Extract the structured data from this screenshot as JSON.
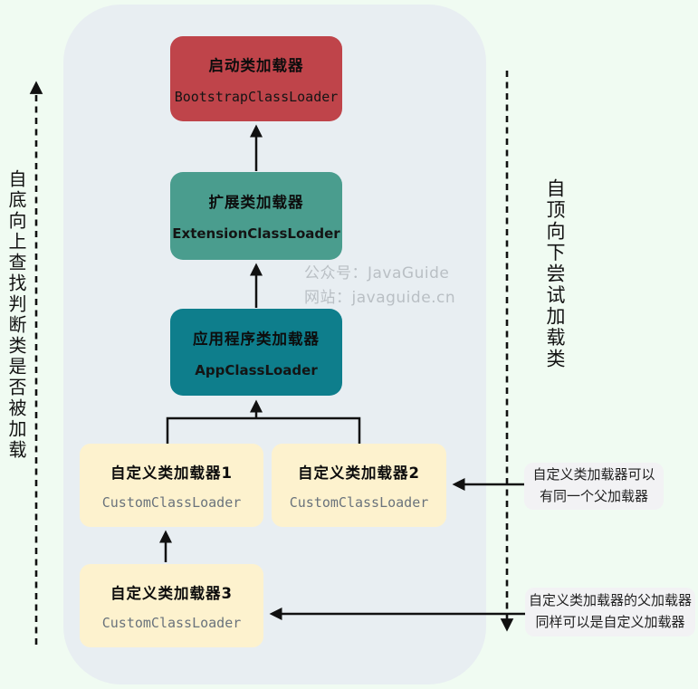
{
  "diagram": {
    "nodes": {
      "bootstrap": {
        "title": "启动类加载器",
        "code": "BootstrapClassLoader"
      },
      "extension": {
        "title": "扩展类加载器",
        "code": "ExtensionClassLoader"
      },
      "app": {
        "title": "应用程序类加载器",
        "code": "AppClassLoader"
      },
      "custom1": {
        "title": "自定义类加载器1",
        "code": "CustomClassLoader"
      },
      "custom2": {
        "title": "自定义类加载器2",
        "code": "CustomClassLoader"
      },
      "custom3": {
        "title": "自定义类加载器3",
        "code": "CustomClassLoader"
      }
    },
    "side_labels": {
      "left": "自底向上查找判断类是否被加载",
      "right": "自顶向下尝试加载类"
    },
    "watermark": {
      "line1": "公众号：JavaGuide",
      "line2": "网站：javaguide.cn"
    },
    "annotations": {
      "same_parent": {
        "line1": "自定义类加载器可以",
        "line2": "有同一个父加载器"
      },
      "custom_parent": {
        "line1": "自定义类加载器的父加载器",
        "line2": "同样可以是自定义加载器"
      }
    },
    "colors": {
      "bootstrap": "#bf444a",
      "extension": "#4a9d8e",
      "app": "#0e7e8c",
      "custom": "#fdf2ce",
      "container": "#e8eef2",
      "bg": "#f0fbf2",
      "annotation_bg": "#f2f2f4",
      "watermark": "#b9bfc4",
      "arrow": "#111111"
    }
  }
}
